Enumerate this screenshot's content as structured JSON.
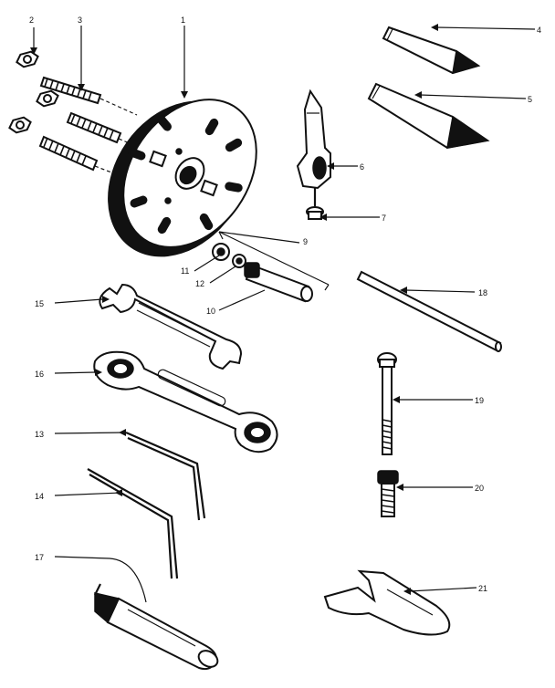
{
  "labels": {
    "l1": "1",
    "l2": "2",
    "l3": "3",
    "l4": "4",
    "l5": "5",
    "l6": "6",
    "l7": "7",
    "l9": "9",
    "l10": "10",
    "l11": "11",
    "l12": "12",
    "l13": "13",
    "l14": "14",
    "l15": "15",
    "l16": "16",
    "l17": "17",
    "l18": "18",
    "l19": "19",
    "l20": "20",
    "l21": "21"
  }
}
